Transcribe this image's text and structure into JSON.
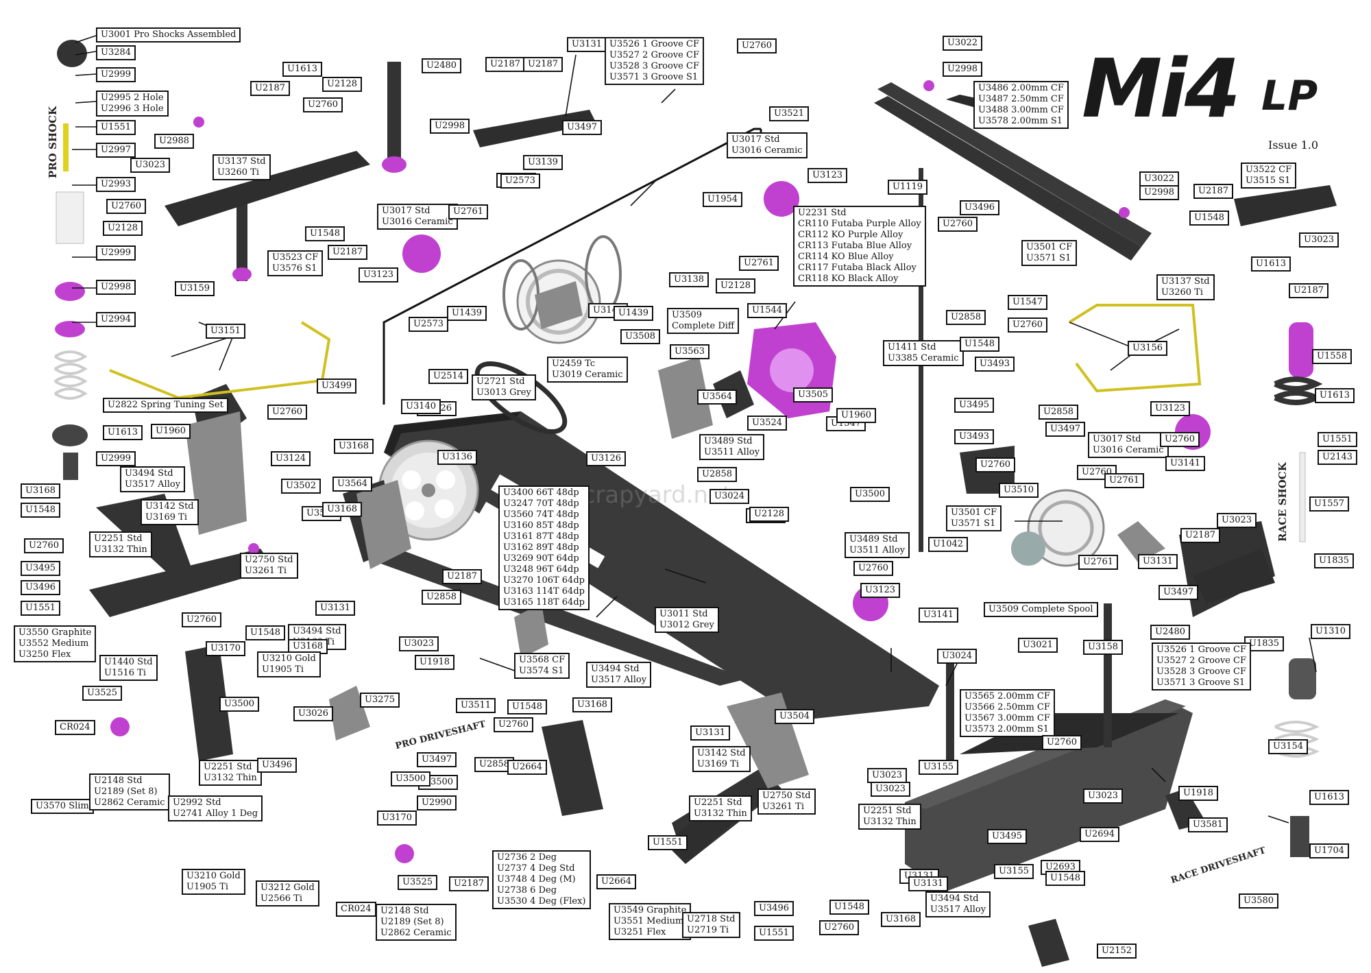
{
  "colors": {
    "part_dark": "#2f2f2f",
    "part_grey": "#9a9a9a",
    "accent_purple": "#c040d0",
    "accent_yellow": "#e0d020",
    "leader": "#111111"
  },
  "logo": {
    "main": "Mi4",
    "suffix": "LP"
  },
  "issue": "Issue 1.0",
  "watermark": "rcscrapyard.net",
  "side_labels": {
    "pro_shock": "PRO SHOCK",
    "race_shock": "RACE SHOCK",
    "pro_driveshaft": "PRO DRIVESHAFT",
    "race_driveshaft": "RACE DRIVESHAFT"
  },
  "labels": [
    "U3001 Pro Shocks Assembled",
    "U3284",
    "U2999",
    "U2995 2 Hole\nU2996 3 Hole",
    "U1551",
    "U2997",
    "U2993",
    "U2999",
    "U2998",
    "U2994",
    "U2187",
    "U1613",
    "U2128",
    "U2760",
    "U2480",
    "U2988",
    "U3023",
    "U3137 Std\nU3260 Ti",
    "U2760",
    "U2128",
    "U1548",
    "U2187",
    "U3523 CF\nU3576 S1",
    "U3159",
    "U3151",
    "U3499",
    "U2822 Spring Tuning Set",
    "U1613",
    "U2999",
    "U2760",
    "U1960",
    "U3124",
    "U3494 Std\nU3517 Alloy",
    "U3502",
    "U3142 Std\nU3169 Ti",
    "U3168",
    "U1548",
    "U2760",
    "U2251 Std\nU3132 Thin",
    "U3563",
    "U3564",
    "U3168",
    "U3495",
    "U3496",
    "U1551",
    "U2750 Std\nU3261 Ti",
    "U3131",
    "U3494 Std\nU3169 Ti",
    "U3168",
    "U1548",
    "U2760",
    "U3550 Graphite\nU3552 Medium\nU3250 Flex",
    "U1440 Std\nU1516 Ti",
    "U3170",
    "U3210 Gold\nU1905 Ti",
    "U3525",
    "CR024",
    "U3570 Slim",
    "U2148 Std\nU2189 (Set 8)\nU2862 Ceramic",
    "U3500",
    "U2251 Std\nU3132 Thin",
    "U3496",
    "U3026",
    "U3275",
    "U1918",
    "U3511",
    "U2992 Std\nU2741 Alloy 1 Deg",
    "U3500",
    "U3210 Gold\nU1905 Ti",
    "U3212 Gold\nU2566 Ti",
    "CR024",
    "U3170",
    "U3525",
    "U2148 Std\nU2189 (Set 8)\nU2862 Ceramic",
    "U2187",
    "U3500",
    "U2990",
    "U2858",
    "U3497",
    "U2664",
    "U1548",
    "U2760",
    "U2736 2 Deg\nU2737 4 Deg Std\nU3748 4 Deg (M)\nU2738 6 Deg\nU3530 4 Deg (Flex)",
    "U2664",
    "U1551",
    "U3549 Graphite\nU3551 Medium\nU3251 Flex",
    "U2718 Std\nU2719 Ti",
    "U1551",
    "U3496",
    "U2760",
    "U1548",
    "U3168",
    "U3494 Std\nU3517 Alloy",
    "U3131",
    "U2251 Std\nU3132 Thin",
    "U3023",
    "U2251 Std\nU3132 Thin",
    "U2750 Std\nU3261 Ti",
    "U3023",
    "U3142 Std\nU3169 Ti",
    "U3131",
    "U3504",
    "U3494 Std\nU3517 Alloy",
    "U3168",
    "U3568 CF\nU3574 S1",
    "U3023",
    "U2858",
    "U2187",
    "U3400 66T 48dp\nU3247 70T 48dp\nU3560 74T 48dp\nU3160 85T 48dp\nU3161 87T 48dp\nU3162 89T 48dp\nU3269 90T 64dp\nU3248 96T 64dp\nU3270 106T 64dp\nU3163 114T 64dp\nU3165 118T 64dp",
    "U3136",
    "U3126",
    "U3168",
    "U3140",
    "U2514",
    "U2573",
    "U1439",
    "U2721 Std\nU3013 Grey",
    "U3126",
    "U2459 Tc\nU3019 Ceramic",
    "U3508",
    "U3140",
    "U1439",
    "U3123",
    "U3017 Std\nU3016 Ceramic",
    "U2761",
    "U2573",
    "U3139",
    "U2998",
    "U2187",
    "U2187",
    "U3131",
    "U3526 1 Groove CF\nU3527 2 Groove CF\nU3528 3 Groove CF\nU3571 3 Groove S1",
    "U3497",
    "U2573",
    "U1954",
    "U3017 Std\nU3016 Ceramic",
    "U3123",
    "U3138",
    "U2128",
    "U2761",
    "U3509\nComplete Diff",
    "U2231 Std\nCR110 Futaba Purple Alloy\nCR112 KO Purple Alloy\nCR113 Futaba Blue Alloy\nCR114 KO Blue Alloy\nCR117 Futaba Black Alloy\nCR118 KO Black Alloy",
    "U1544",
    "U3505",
    "U3563",
    "U3564",
    "U3524",
    "U1547",
    "U3489 Std\nU3511 Alloy",
    "U2858",
    "U3024",
    "U2998",
    "U2128",
    "U3500",
    "U3489 Std\nU3511 Alloy",
    "U1042",
    "U3011 Std\nU3012 Grey",
    "U2760",
    "U3123",
    "U3141",
    "U1119",
    "U3521",
    "U2760",
    "U3022",
    "U2998",
    "U3486 2.00mm CF\nU3487 2.50mm CF\nU3488 3.00mm CF\nU3578 2.00mm S1",
    "U3496",
    "U2760",
    "U3501 CF\nU3571 S1",
    "U1547",
    "U2858",
    "U2760",
    "U1411 Std\nU3385 Ceramic",
    "U1548",
    "U3493",
    "U3495",
    "U3493",
    "U2858",
    "U3497",
    "U1960",
    "U3501 CF\nU3571 S1",
    "U2760",
    "U3510",
    "U2760",
    "U2761",
    "U3017 Std\nU3016 Ceramic",
    "U2760",
    "U3123",
    "U3141",
    "U3022",
    "U2998",
    "U2187",
    "U1548",
    "U3522 CF\nU3515 S1",
    "U3023",
    "U1613",
    "U3137 Std\nU3260 Ti",
    "U2187",
    "U3156",
    "U1558",
    "U1613",
    "U1551",
    "U2143",
    "U1557",
    "U3023",
    "U2187",
    "U3131",
    "U1835",
    "U1310",
    "U1835",
    "U2761",
    "U3509 Complete Spool",
    "U3497",
    "U2480",
    "U3024",
    "U3021",
    "U3158",
    "U3526 1 Groove CF\nU3527 2 Groove CF\nU3528 3 Groove CF\nU3571 3 Groove S1",
    "U3565 2.00mm CF\nU3566 2.50mm CF\nU3567 3.00mm CF\nU3573 2.00mm S1",
    "U2760",
    "U3154",
    "U3155",
    "U3155",
    "U2694",
    "U1918",
    "U3581",
    "U2693",
    "U3580",
    "U2152",
    "U1613",
    "U1704",
    "U3023",
    "U3495",
    "U3131",
    "U1548"
  ]
}
